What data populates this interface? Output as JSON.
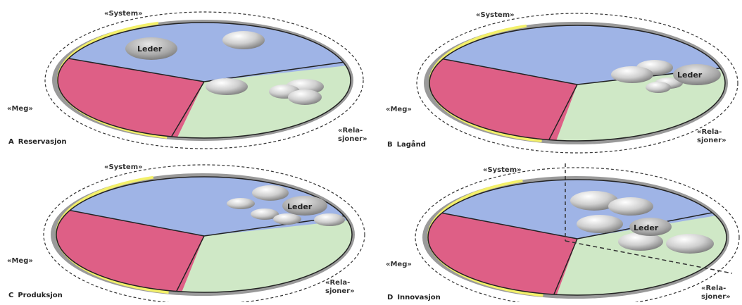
{
  "labels": {
    "system": "«System»",
    "meg": "«Meg»",
    "rela_line1": "«Rela-",
    "rela_line2": "sjoner»",
    "leder": "Leder"
  },
  "panels": [
    {
      "letter": "A",
      "name": "Reservasjon"
    },
    {
      "letter": "B",
      "name": "Lagånd"
    },
    {
      "letter": "C",
      "name": "Produksjon"
    },
    {
      "letter": "D",
      "name": "Innovasjon"
    }
  ],
  "colors": {
    "system_sector": "#9fb4e6",
    "meg_sector": "#de5f86",
    "relasjoner_sector": "#cfe8c6",
    "rim_shadow": "#9a9a9a",
    "rim_highlight": "#f3f06a",
    "sphere_light": "#ffffff",
    "sphere_dark": "#8a8a8a"
  }
}
